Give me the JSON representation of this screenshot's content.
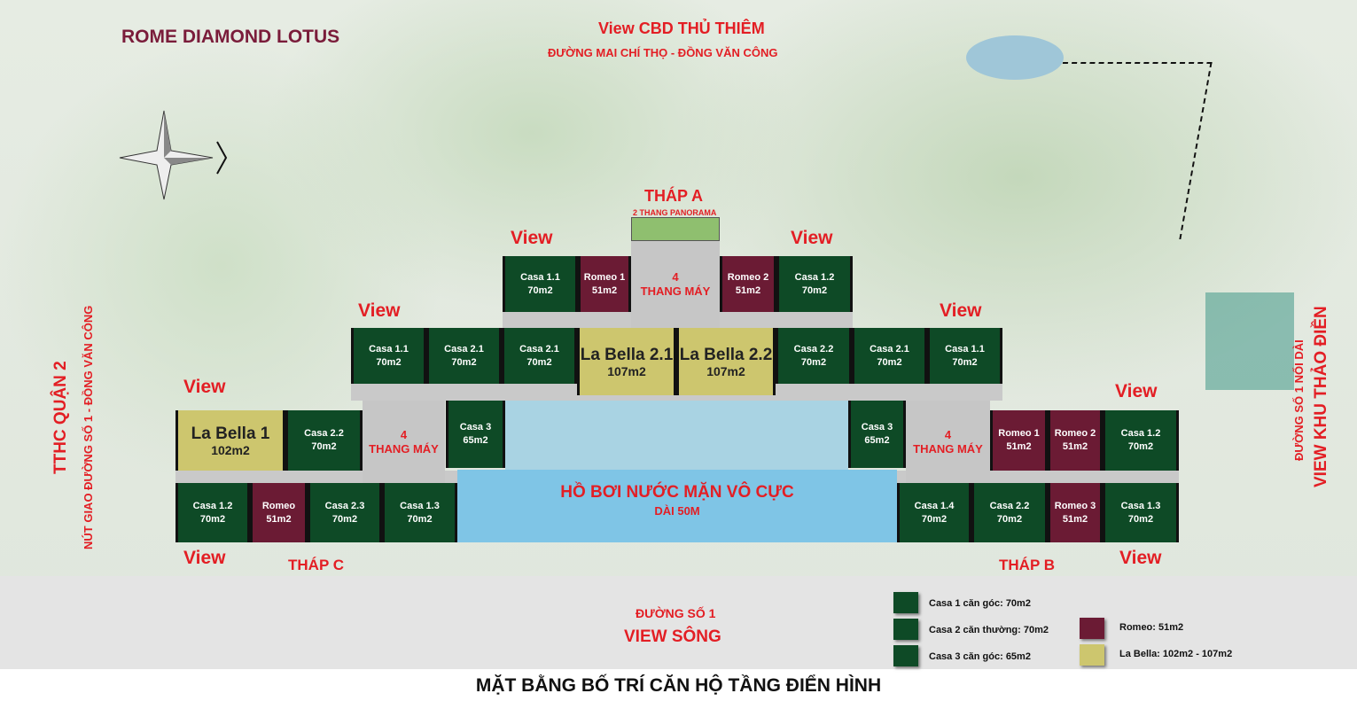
{
  "title": "ROME DIAMOND LOTUS",
  "top_view": "View CBD THỦ THIÊM",
  "top_road": "ĐƯỜNG MAI CHÍ THỌ - ĐỒNG VĂN CÔNG",
  "left_big": "TTHC QUẬN 2",
  "left_small": "NÚT GIAO ĐƯỜNG SỐ 1 - ĐỒNG VĂN CÔNG",
  "right_small": "ĐƯỜNG SỐ 1 NỐI DÀI",
  "right_big": "VIEW KHU THẢO ĐIỀN",
  "bottom_road": "ĐƯỜNG SỐ 1",
  "bottom_view": "VIEW SÔNG",
  "footer": "MẶT BẰNG BỐ TRÍ CĂN HỘ TẦNG ĐIỂN HÌNH",
  "view": "View",
  "tower_a": {
    "name": "THÁP A",
    "sub": "2 THANG PANORAMA",
    "lift": [
      "4",
      "THANG MÁY"
    ]
  },
  "tower_b": {
    "name": "THÁP B",
    "lift": [
      "4",
      "THANG MÁY"
    ]
  },
  "tower_c": {
    "name": "THÁP C",
    "lift": [
      "4",
      "THANG MÁY"
    ]
  },
  "pool": {
    "name": "HỒ BƠI NƯỚC MẶN VÔ CỰC",
    "sub": "DÀI 50M"
  },
  "colors": {
    "casa": "#0e4a26",
    "romeo": "#6b1b34",
    "labella": "#cdc66e",
    "accent": "#e31e24"
  },
  "units": [
    {
      "n": "Casa 1.1",
      "a": "70m2",
      "t": "g"
    },
    {
      "n": "Romeo 1",
      "a": "51m2",
      "t": "m"
    },
    {
      "n": "Romeo 2",
      "a": "51m2",
      "t": "m"
    },
    {
      "n": "Casa 1.2",
      "a": "70m2",
      "t": "g"
    },
    {
      "n": "Casa 1.1",
      "a": "70m2",
      "t": "g"
    },
    {
      "n": "Casa  2.1",
      "a": "70m2",
      "t": "g"
    },
    {
      "n": "Casa 2.1",
      "a": "70m2",
      "t": "g"
    },
    {
      "n": "La Bella 2.1",
      "a": "107m2",
      "t": "y"
    },
    {
      "n": "La Bella 2.2",
      "a": "107m2",
      "t": "y"
    },
    {
      "n": "Casa 2.2",
      "a": "70m2",
      "t": "g"
    },
    {
      "n": "Casa 2.1",
      "a": "70m2",
      "t": "g"
    },
    {
      "n": "Casa 1.1",
      "a": "70m2",
      "t": "g"
    },
    {
      "n": "La Bella 1",
      "a": "102m2",
      "t": "y"
    },
    {
      "n": "Casa 2.2",
      "a": "70m2",
      "t": "g"
    },
    {
      "n": "Casa 3",
      "a": "65m2",
      "t": "g"
    },
    {
      "n": "Casa 1.2",
      "a": "70m2",
      "t": "g"
    },
    {
      "n": "Romeo",
      "a": "51m2",
      "t": "m"
    },
    {
      "n": "Casa 2.3",
      "a": "70m2",
      "t": "g"
    },
    {
      "n": "Casa 1.3",
      "a": "70m2",
      "t": "g"
    },
    {
      "n": "Casa 3",
      "a": "65m2",
      "t": "g"
    },
    {
      "n": "Romeo 1",
      "a": "51m2",
      "t": "m"
    },
    {
      "n": "Romeo 2",
      "a": "51m2",
      "t": "m"
    },
    {
      "n": "Casa 1.2",
      "a": "70m2",
      "t": "g"
    },
    {
      "n": "Casa 1.4",
      "a": "70m2",
      "t": "g"
    },
    {
      "n": "Casa 2.2",
      "a": "70m2",
      "t": "g"
    },
    {
      "n": "Romeo 3",
      "a": "51m2",
      "t": "m"
    },
    {
      "n": "Casa 1.3",
      "a": "70m2",
      "t": "g"
    }
  ],
  "legend": [
    {
      "label": "Casa 1 căn góc: 70m2",
      "t": "g"
    },
    {
      "label": "Casa 2 căn thường: 70m2",
      "t": "g"
    },
    {
      "label": "Casa 3 căn góc: 65m2",
      "t": "g"
    },
    {
      "label": "Romeo: 51m2",
      "t": "m"
    },
    {
      "label": "La Bella: 102m2 - 107m2",
      "t": "y"
    }
  ]
}
